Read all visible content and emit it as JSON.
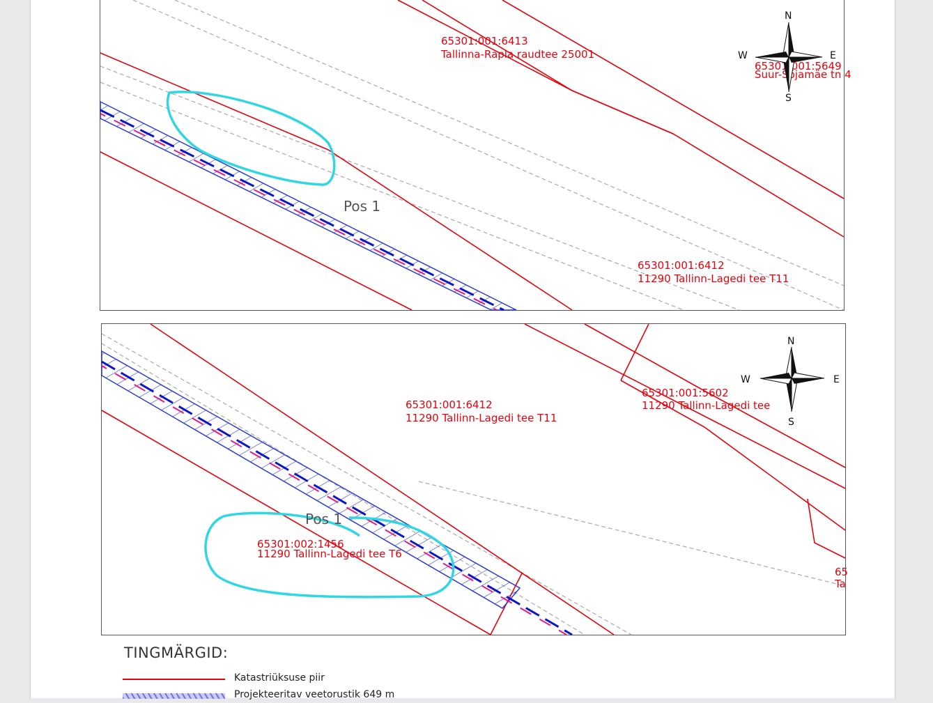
{
  "colors": {
    "parcel_boundary": "#e8000b",
    "pipe_hatch": "#2a3bd6",
    "pipe_main": "#0a17c9",
    "pipe_pink": "#e6188c",
    "annotation_cyan": "#2fd7e4",
    "road_dashed": "#a9a9a9"
  },
  "compass": {
    "n": "N",
    "s": "S",
    "e": "E",
    "w": "W"
  },
  "top_map": {
    "parcels": [
      {
        "id": "65301:001:6413",
        "name": "Tallinna-Rapla raudtee 25001"
      },
      {
        "id": "65301:001:5649",
        "name": "Suur-Sõjamäe tn 4"
      },
      {
        "id": "65301:001:6412",
        "name": "11290 Tallinn-Lagedi tee T11"
      }
    ],
    "position_label": "Pos 1"
  },
  "bottom_map": {
    "parcels": [
      {
        "id": "65301:001:6412",
        "name": "11290 Tallinn-Lagedi tee T11"
      },
      {
        "id": "65301:001:5602",
        "name": "11290 Tallinn-Lagedi tee"
      },
      {
        "id": "65301:002:1456",
        "name": "11290 Tallinn-Lagedi tee T6"
      },
      {
        "id": "65",
        "name": "Ta"
      }
    ],
    "position_label": "Pos 1"
  },
  "legend": {
    "title": "TINGMÄRGID:",
    "items": [
      {
        "label": "Katastriüksuse piir",
        "symbol": "red-line"
      },
      {
        "label": "Projekteeritav veetorustik 649 m",
        "symbol": "blue-hatch"
      }
    ]
  }
}
